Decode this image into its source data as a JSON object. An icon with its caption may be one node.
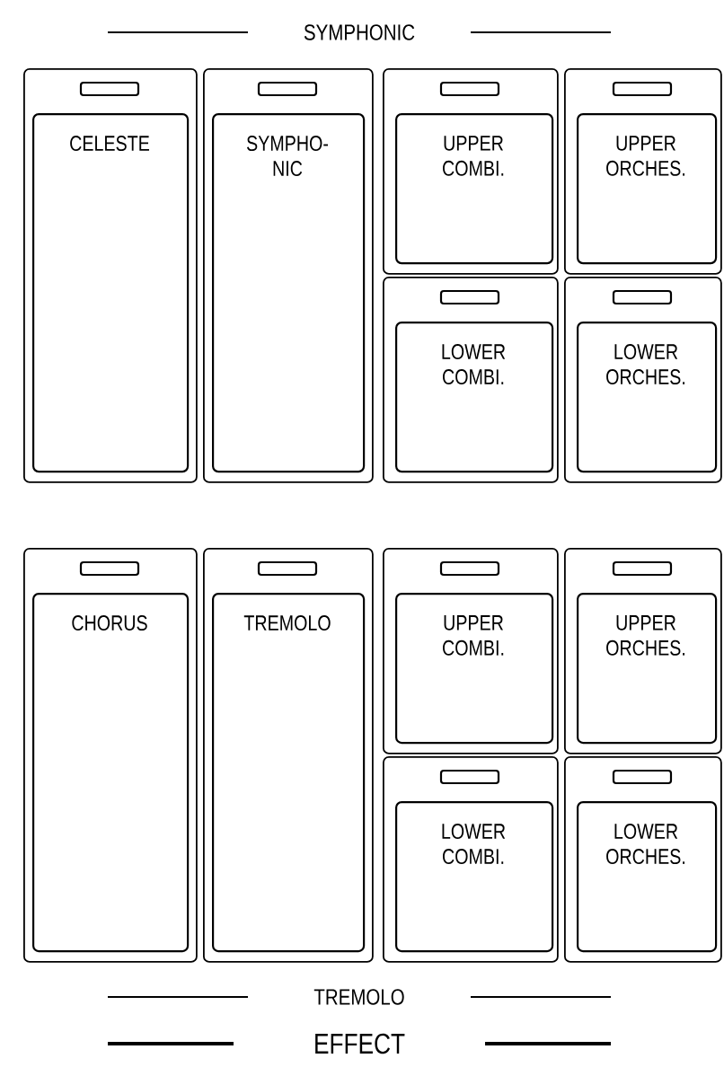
{
  "diagram": {
    "nodes": [
      {
        "text": [],
        "shape": "box"
      },
      {
        "text": [
          "CELESTE"
        ],
        "in": 0
      },
      {
        "text": [],
        "shape": "box"
      },
      {
        "text": [
          "SYMPHO- NIC"
        ],
        "in": 2
      },
      {
        "text": [],
        "shape": "box"
      },
      {
        "text": [
          "UPPER COMBI."
        ],
        "in": 4
      },
      {
        "text": [],
        "shape": "box"
      },
      {
        "text": [
          "UPPER ORCHES."
        ],
        "in": 6
      },
      {
        "text": [],
        "shape": "box"
      },
      {
        "text": [
          "LOWER COMBI."
        ],
        "in": 8
      },
      {
        "text": [],
        "shape": "box"
      },
      {
        "text": [
          "LOWER ORCHES."
        ],
        "in": 10
      },
      {
        "text": [],
        "shape": "box"
      },
      {
        "text": [
          "CHORUS"
        ],
        "in": 12
      },
      {
        "text": [],
        "shape": "box"
      },
      {
        "text": [
          "TREMOLO"
        ],
        "in": 14
      },
      {
        "text": [],
        "shape": "box"
      },
      {
        "text": [
          "UPPER COMBI."
        ],
        "in": 16
      },
      {
        "text": [],
        "shape": "box"
      },
      {
        "text": [
          "UPPER ORCHES."
        ],
        "in": 18
      },
      {
        "text": [],
        "shape": "box"
      },
      {
        "text": [
          "LOWER COMBI."
        ],
        "in": 20
      },
      {
        "text": [],
        "shape": "box"
      },
      {
        "text": [
          "LOWER ORCHES."
        ],
        "in": 22
      }
    ],
    "labels": [
      "SYMPHONIC",
      "TREMOLO",
      "EFFECT"
    ]
  }
}
